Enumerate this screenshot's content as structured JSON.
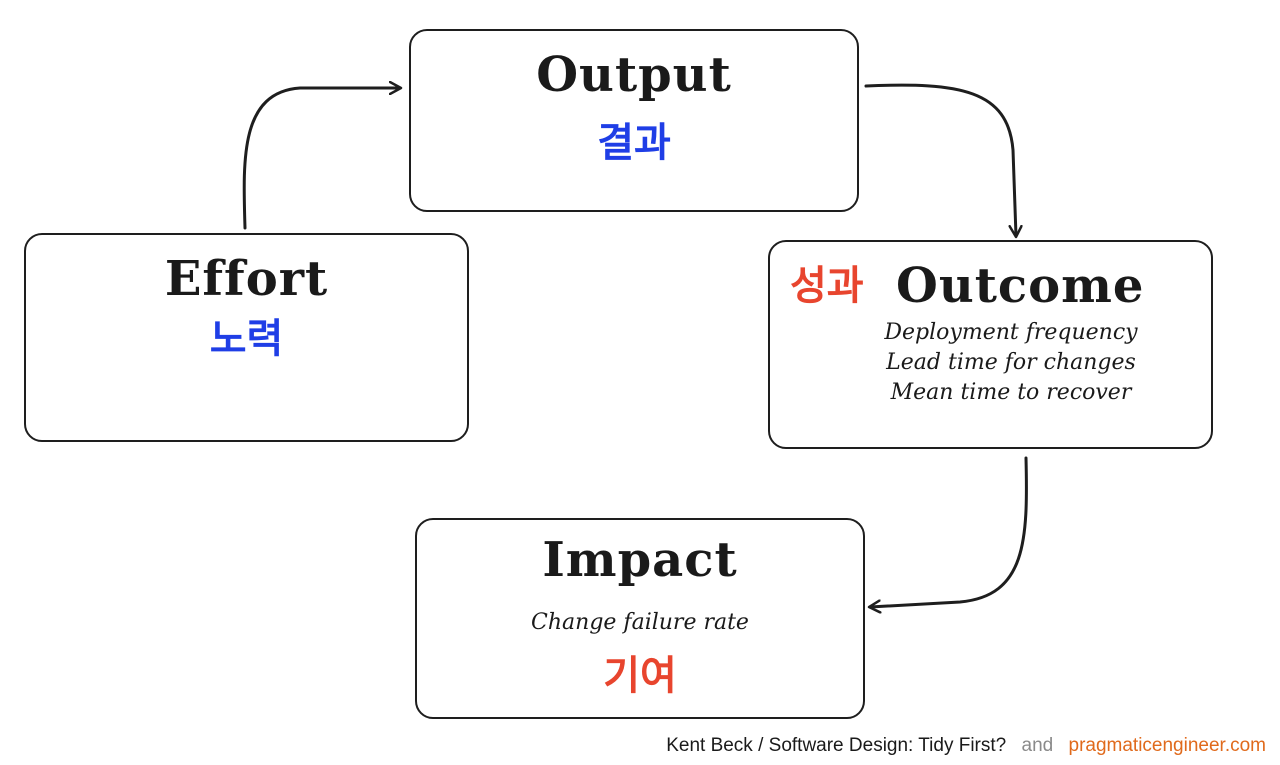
{
  "output": {
    "title": "Output",
    "korean": "결과"
  },
  "effort": {
    "title": "Effort",
    "korean": "노력"
  },
  "outcome": {
    "title": "Outcome",
    "korean": "성과",
    "metrics": [
      "Deployment frequency",
      "Lead time for changes",
      "Mean time to recover"
    ]
  },
  "impact": {
    "title": "Impact",
    "metric": "Change failure rate",
    "korean": "기여"
  },
  "footer": {
    "source": "Kent Beck / Software Design: Tidy First?",
    "and": "and",
    "site": "pragmaticengineer.com"
  },
  "colors": {
    "korean_blue": "#1f3ee6",
    "korean_red": "#e8452e",
    "site_orange": "#e06a1c",
    "ink": "#1e1e1e"
  }
}
